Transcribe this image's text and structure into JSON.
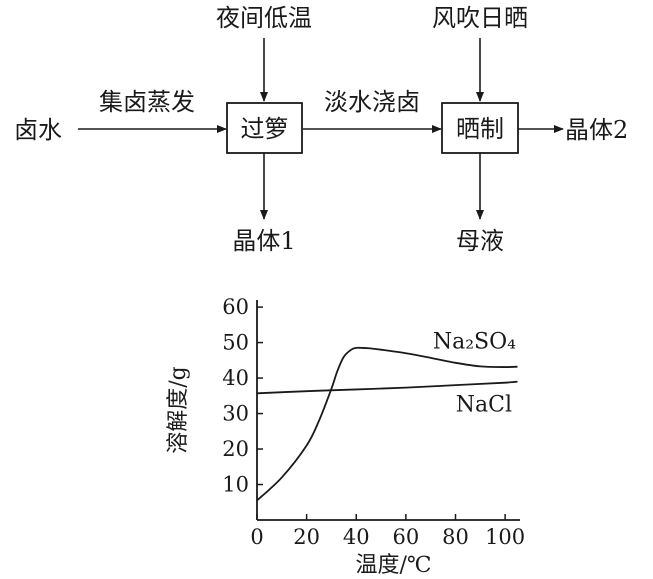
{
  "flowchart": {
    "nodes": [
      {
        "id": "brine",
        "text": "卤水",
        "boxed": false
      },
      {
        "id": "filter",
        "text": "过箩",
        "boxed": true
      },
      {
        "id": "sun",
        "text": "晒制",
        "boxed": true
      },
      {
        "id": "crystal2",
        "text": "晶体2",
        "boxed": false
      },
      {
        "id": "crystal1",
        "text": "晶体1",
        "boxed": false
      },
      {
        "id": "mother",
        "text": "母液",
        "boxed": false
      },
      {
        "id": "night",
        "text": "夜间低温",
        "boxed": false
      },
      {
        "id": "wind",
        "text": "风吹日晒",
        "boxed": false
      }
    ],
    "edges": [
      {
        "from": "brine",
        "to": "filter",
        "label": "集卤蒸发"
      },
      {
        "from": "filter",
        "to": "sun",
        "label": "淡水浇卤"
      },
      {
        "from": "sun",
        "to": "crystal2",
        "label": ""
      },
      {
        "from": "filter",
        "to": "crystal1",
        "label": ""
      },
      {
        "from": "sun",
        "to": "mother",
        "label": ""
      },
      {
        "from": "night",
        "to": "filter",
        "label": ""
      },
      {
        "from": "wind",
        "to": "sun",
        "label": ""
      }
    ]
  },
  "chart_data": {
    "type": "line",
    "title": "",
    "xlabel": "温度/℃",
    "ylabel": "溶解度/g",
    "xlim": [
      0,
      106
    ],
    "ylim": [
      0,
      62
    ],
    "xticks": [
      0,
      20,
      40,
      60,
      80,
      100
    ],
    "yticks": [
      10,
      20,
      30,
      40,
      50,
      60
    ],
    "grid": false,
    "series": [
      {
        "name": "Na₂SO₄",
        "x": [
          0,
          10,
          20,
          25,
          30,
          32.4,
          35,
          38,
          40,
          42,
          45,
          50,
          60,
          70,
          80,
          90,
          100,
          105
        ],
        "y": [
          5.5,
          12,
          21,
          28,
          37,
          42,
          46,
          48,
          48.5,
          48.5,
          48.4,
          48,
          47,
          45.7,
          44.3,
          43.3,
          43.1,
          43.2
        ]
      },
      {
        "name": "NaCl",
        "x": [
          0,
          20,
          40,
          60,
          80,
          100,
          105
        ],
        "y": [
          35.7,
          36.3,
          36.8,
          37.3,
          38.0,
          38.7,
          39.0
        ]
      }
    ]
  }
}
